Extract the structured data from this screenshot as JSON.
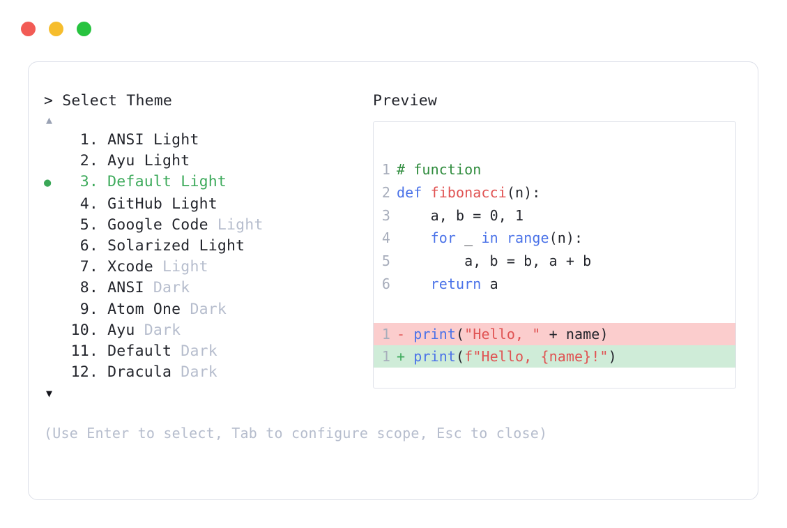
{
  "window": {
    "dots": [
      {
        "name": "close",
        "color": "#f25b55"
      },
      {
        "name": "minimize",
        "color": "#f6bd2d"
      },
      {
        "name": "maximize",
        "color": "#27c33f"
      }
    ]
  },
  "left_pane": {
    "prompt": "> Select Theme",
    "scroll_up_glyph": "▲",
    "scroll_down_glyph": "▼",
    "selected_index": 3,
    "selected_bullet": "●",
    "themes": [
      {
        "index": "1.",
        "name": "ANSI Light",
        "variant": "",
        "dim_variant": false,
        "selected": false
      },
      {
        "index": "2.",
        "name": "Ayu Light",
        "variant": "",
        "dim_variant": false,
        "selected": false
      },
      {
        "index": "3.",
        "name": "Default Light",
        "variant": "",
        "dim_variant": false,
        "selected": true
      },
      {
        "index": "4.",
        "name": "GitHub Light",
        "variant": "",
        "dim_variant": false,
        "selected": false
      },
      {
        "index": "5.",
        "name": "Google Code ",
        "variant": "Light",
        "dim_variant": true,
        "selected": false
      },
      {
        "index": "6.",
        "name": "Solarized Light",
        "variant": "",
        "dim_variant": false,
        "selected": false
      },
      {
        "index": "7.",
        "name": "Xcode ",
        "variant": "Light",
        "dim_variant": true,
        "selected": false
      },
      {
        "index": "8.",
        "name": "ANSI ",
        "variant": "Dark",
        "dim_variant": true,
        "selected": false
      },
      {
        "index": "9.",
        "name": "Atom One ",
        "variant": "Dark",
        "dim_variant": true,
        "selected": false
      },
      {
        "index": "10.",
        "name": "Ayu ",
        "variant": "Dark",
        "dim_variant": true,
        "selected": false
      },
      {
        "index": "11.",
        "name": "Default ",
        "variant": "Dark",
        "dim_variant": true,
        "selected": false
      },
      {
        "index": "12.",
        "name": "Dracula ",
        "variant": "Dark",
        "dim_variant": true,
        "selected": false
      }
    ],
    "hint": "(Use Enter to select, Tab to configure scope, Esc to close)"
  },
  "right_pane": {
    "title": "Preview",
    "code_lines": [
      {
        "number": "1",
        "tokens": [
          {
            "t": "# function",
            "c": "tok-comment"
          }
        ]
      },
      {
        "number": "2",
        "tokens": [
          {
            "t": "def ",
            "c": "tok-kw"
          },
          {
            "t": "fibonacci",
            "c": "tok-fn"
          },
          {
            "t": "(n):",
            "c": "tok-plain"
          }
        ]
      },
      {
        "number": "3",
        "tokens": [
          {
            "t": "    a, b = ",
            "c": "tok-plain"
          },
          {
            "t": "0",
            "c": "tok-num"
          },
          {
            "t": ", ",
            "c": "tok-plain"
          },
          {
            "t": "1",
            "c": "tok-num"
          }
        ]
      },
      {
        "number": "4",
        "tokens": [
          {
            "t": "    ",
            "c": "tok-plain"
          },
          {
            "t": "for",
            "c": "tok-kw"
          },
          {
            "t": " _ ",
            "c": "tok-plain"
          },
          {
            "t": "in",
            "c": "tok-kw"
          },
          {
            "t": " ",
            "c": "tok-plain"
          },
          {
            "t": "range",
            "c": "tok-kw"
          },
          {
            "t": "(n):",
            "c": "tok-plain"
          }
        ]
      },
      {
        "number": "5",
        "tokens": [
          {
            "t": "        a, b = b, a + b",
            "c": "tok-plain"
          }
        ]
      },
      {
        "number": "6",
        "tokens": [
          {
            "t": "    ",
            "c": "tok-plain"
          },
          {
            "t": "return",
            "c": "tok-kw"
          },
          {
            "t": " a",
            "c": "tok-plain"
          }
        ]
      }
    ],
    "diff_lines": [
      {
        "number": "1",
        "kind": "removed",
        "mark": "-",
        "tokens": [
          {
            "t": "print",
            "c": "tok-kw"
          },
          {
            "t": "(",
            "c": "tok-plain"
          },
          {
            "t": "\"Hello, \"",
            "c": "tok-str"
          },
          {
            "t": " + name)",
            "c": "tok-plain"
          }
        ]
      },
      {
        "number": "1",
        "kind": "added",
        "mark": "+",
        "tokens": [
          {
            "t": "print",
            "c": "tok-kw"
          },
          {
            "t": "(",
            "c": "tok-plain"
          },
          {
            "t": "f\"Hello, {name}!\"",
            "c": "tok-str"
          },
          {
            "t": ")",
            "c": "tok-plain"
          }
        ]
      }
    ]
  }
}
